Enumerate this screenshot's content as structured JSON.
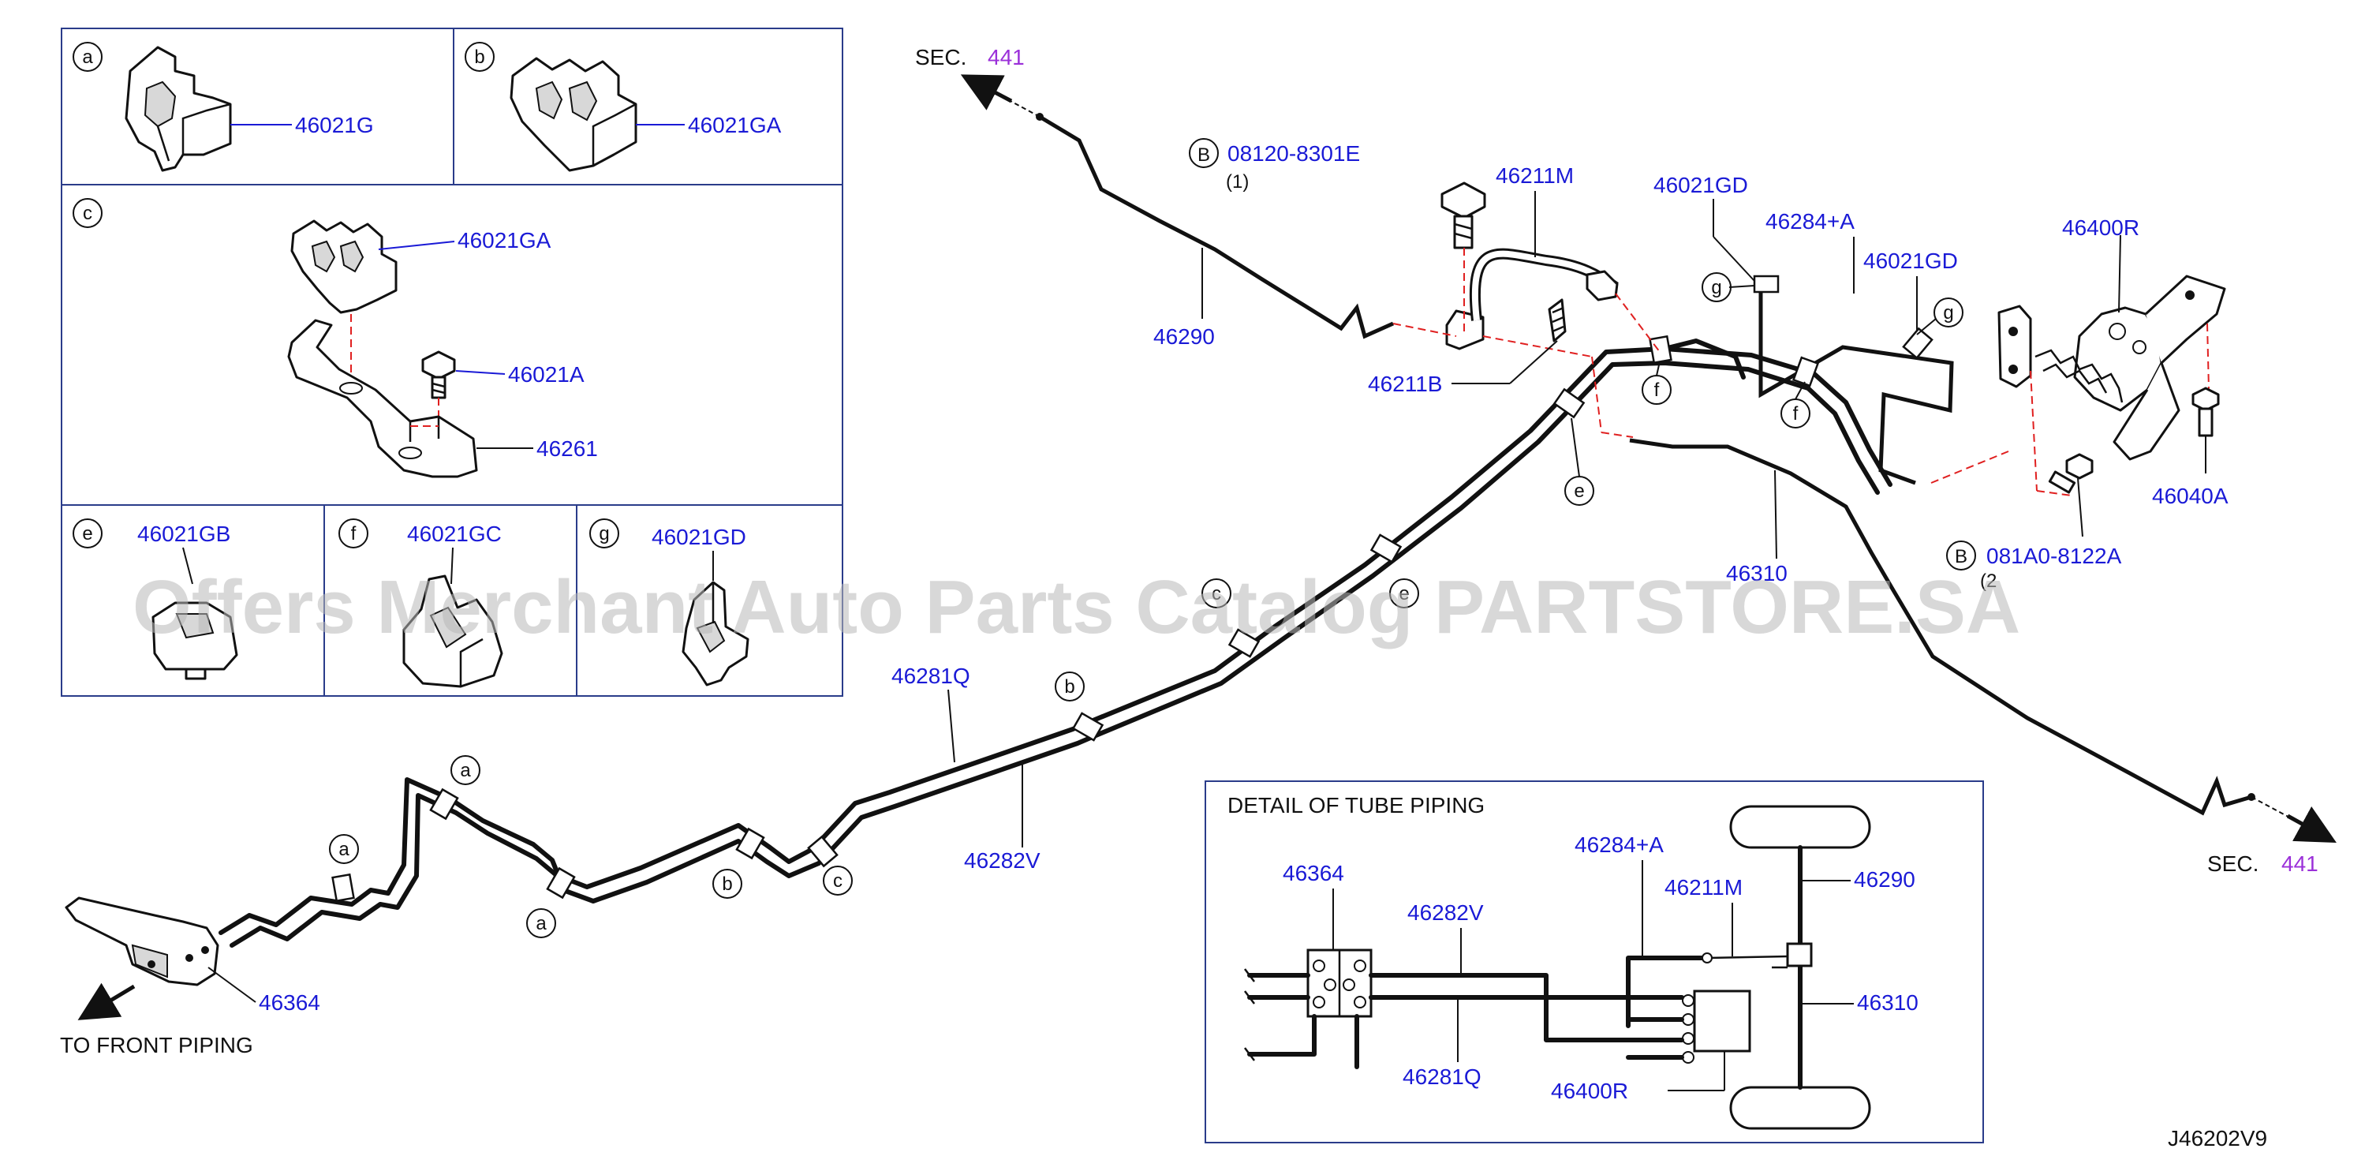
{
  "diagram_id": "J46202V9",
  "watermark": "Offers Merchant Auto Parts Catalog PARTSTORE.SA",
  "sec_prefix": "SEC.",
  "sec_number": "441",
  "to_front_piping": "TO  FRONT  PIPING",
  "bolt_marker": "B",
  "bolt_qty": "(1)",
  "bolt_qty_partial": "(2",
  "clip_panels": {
    "a": {
      "letter": "a",
      "part": "46021G"
    },
    "b": {
      "letter": "b",
      "part": "46021GA"
    },
    "c": {
      "letter": "c",
      "part": "46021GA",
      "bolt": "46021A",
      "bracket": "46261"
    },
    "e": {
      "letter": "e",
      "part": "46021GB"
    },
    "f": {
      "letter": "f",
      "part": "46021GC"
    },
    "g": {
      "letter": "g",
      "part": "46021GD"
    }
  },
  "callouts": {
    "bolt_top": "08120-8301E",
    "bolt_right": "081A0-8122A",
    "hose": "46211M",
    "hose_bracket": "46211B",
    "tube_46290": "46290",
    "clip_gd_1": "46021GD",
    "clip_gd_2": "46021GD",
    "tube_46284": "46284+A",
    "valve": "46400R",
    "valve_bolt": "46040A",
    "tube_46310": "46310",
    "tube_46281": "46281Q",
    "tube_46282": "46282V",
    "connector": "46364"
  },
  "clip_letters": [
    "a",
    "a",
    "a",
    "b",
    "b",
    "c",
    "e",
    "e",
    "f",
    "f",
    "g",
    "g",
    "c"
  ],
  "detail": {
    "title": "DETAIL  OF  TUBE  PIPING",
    "labels": {
      "connector": "46364",
      "tube_46282": "46282V",
      "tube_46284": "46284+A",
      "hose": "46211M",
      "tube_46290": "46290",
      "tube_46310": "46310",
      "tube_46281": "46281Q",
      "valve": "46400R"
    }
  },
  "colors": {
    "part_number": "#1a1ad6",
    "sec_number": "#9b30d9",
    "frame": "#2a3c8a",
    "dashed_leader": "#e02020",
    "ink": "#111111"
  }
}
